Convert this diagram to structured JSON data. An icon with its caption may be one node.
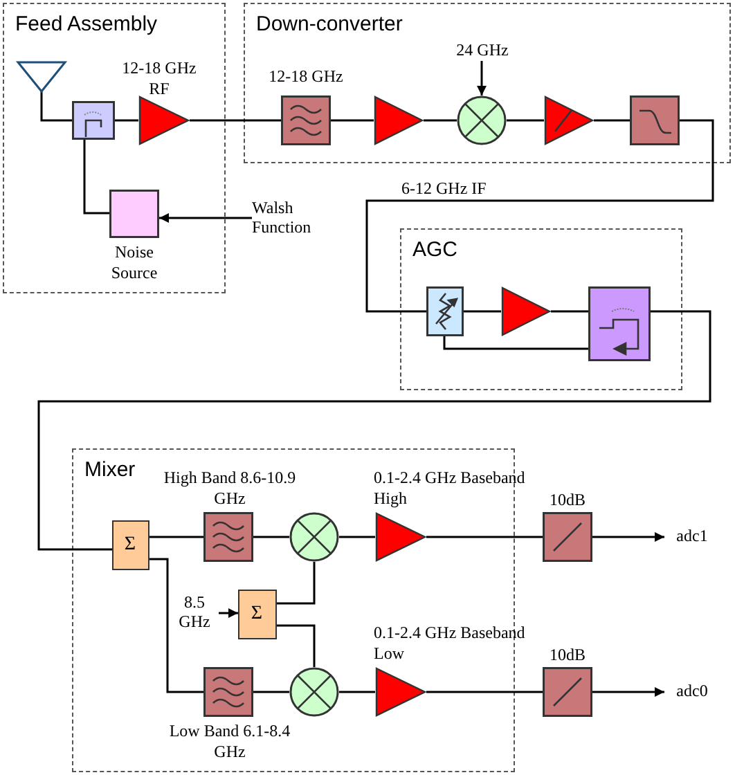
{
  "diagram": {
    "nodes": [
      {
        "text": [
          "Feed Assembly"
        ]
      },
      {
        "text": [],
        "shape": "antenna",
        "in": 0
      },
      {
        "text": [],
        "shape": "coupler",
        "in": 0
      },
      {
        "text": [],
        "shape": "amplifier",
        "in": 0,
        "beside": [
          "12-18 GHz RF"
        ]
      },
      {
        "text": [],
        "shape": "box",
        "in": 0,
        "beside": [
          "Noise Source"
        ]
      },
      {
        "text": [
          "Walsh Function"
        ]
      },
      {
        "text": [
          "Down-converter"
        ]
      },
      {
        "text": [],
        "shape": "filter",
        "in": 6,
        "beside": [
          "12-18 GHz"
        ]
      },
      {
        "text": [],
        "shape": "amplifier",
        "in": 6
      },
      {
        "text": [
          "24 GHz"
        ],
        "in": 6
      },
      {
        "text": [],
        "shape": "mixer",
        "in": 6
      },
      {
        "text": [],
        "shape": "variable-amplifier",
        "in": 6
      },
      {
        "text": [],
        "shape": "low-pass-filter",
        "in": 6
      },
      {
        "text": [
          "AGC"
        ]
      },
      {
        "text": [],
        "shape": "variable-attenuator",
        "in": 13
      },
      {
        "text": [],
        "shape": "amplifier",
        "in": 13
      },
      {
        "text": [],
        "shape": "detector",
        "in": 13
      },
      {
        "text": [
          "Mixer"
        ]
      },
      {
        "text": [
          "Σ"
        ],
        "in": 17
      },
      {
        "text": [],
        "shape": "filter",
        "in": 17,
        "beside": [
          "High Band 8.6-10.9 GHz"
        ]
      },
      {
        "text": [],
        "shape": "mixer",
        "in": 17
      },
      {
        "text": [],
        "shape": "amplifier",
        "in": 17,
        "beside": [
          "0.1-2.4 GHz Baseband High"
        ]
      },
      {
        "text": [
          "8.5 GHz"
        ],
        "in": 17
      },
      {
        "text": [
          "Σ"
        ],
        "in": 17
      },
      {
        "text": [],
        "shape": "filter",
        "in": 17,
        "beside": [
          "Low Band 6.1-8.4 GHz"
        ]
      },
      {
        "text": [],
        "shape": "mixer",
        "in": 17
      },
      {
        "text": [],
        "shape": "amplifier",
        "in": 17,
        "beside": [
          "0.1-2.4 GHz Baseband Low"
        ]
      },
      {
        "text": [],
        "shape": "attenuator",
        "beside": [
          "10dB"
        ]
      },
      {
        "text": [
          "adc1"
        ]
      },
      {
        "text": [],
        "shape": "attenuator",
        "beside": [
          "10dB"
        ]
      },
      {
        "text": [
          "adc0"
        ]
      }
    ],
    "edges": [
      {
        "from": 1,
        "to": 2,
        "arrow": "none"
      },
      {
        "from": 2,
        "to": 3,
        "arrow": "none"
      },
      {
        "from": 3,
        "to": 7,
        "arrow": "none"
      },
      {
        "from": 4,
        "to": 2,
        "arrow": "none"
      },
      {
        "from": 5,
        "to": 4,
        "arrow": "to"
      },
      {
        "from": 7,
        "to": 8,
        "arrow": "none"
      },
      {
        "from": 8,
        "to": 10,
        "arrow": "none"
      },
      {
        "from": 9,
        "to": 10,
        "arrow": "to"
      },
      {
        "from": 10,
        "to": 11,
        "arrow": "none"
      },
      {
        "from": 11,
        "to": 12,
        "arrow": "none"
      },
      {
        "from": 12,
        "to": 14,
        "arrow": "none",
        "label": "6-12 GHz IF"
      },
      {
        "from": 14,
        "to": 15,
        "arrow": "none"
      },
      {
        "from": 15,
        "to": 16,
        "arrow": "none"
      },
      {
        "from": 16,
        "to": 14,
        "arrow": "none"
      },
      {
        "from": 16,
        "to": 18,
        "arrow": "none"
      },
      {
        "from": 18,
        "to": 19,
        "arrow": "none"
      },
      {
        "from": 18,
        "to": 24,
        "arrow": "none"
      },
      {
        "from": 19,
        "to": 20,
        "arrow": "none"
      },
      {
        "from": 20,
        "to": 21,
        "arrow": "none"
      },
      {
        "from": 21,
        "to": 27,
        "arrow": "none"
      },
      {
        "from": 27,
        "to": 28,
        "arrow": "to"
      },
      {
        "from": 22,
        "to": 23,
        "arrow": "to"
      },
      {
        "from": 23,
        "to": 20,
        "arrow": "none"
      },
      {
        "from": 23,
        "to": 25,
        "arrow": "none"
      },
      {
        "from": 24,
        "to": 25,
        "arrow": "none"
      },
      {
        "from": 25,
        "to": 26,
        "arrow": "none"
      },
      {
        "from": 26,
        "to": 29,
        "arrow": "none"
      },
      {
        "from": 29,
        "to": 30,
        "arrow": "to"
      }
    ]
  }
}
